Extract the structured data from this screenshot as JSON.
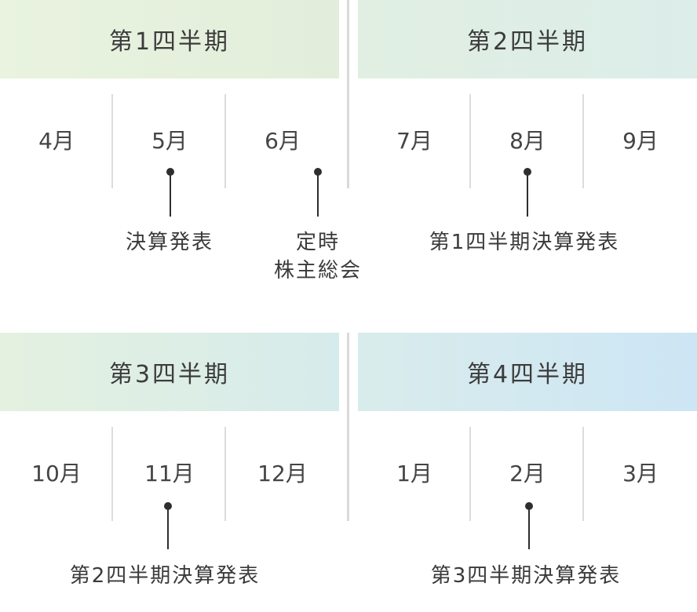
{
  "quarters": [
    {
      "title": "第1四半期",
      "months": [
        "4月",
        "5月",
        "6月"
      ]
    },
    {
      "title": "第2四半期",
      "months": [
        "7月",
        "8月",
        "9月"
      ]
    },
    {
      "title": "第3四半期",
      "months": [
        "10月",
        "11月",
        "12月"
      ]
    },
    {
      "title": "第4四半期",
      "months": [
        "1月",
        "2月",
        "3月"
      ]
    }
  ],
  "events": {
    "may": "決算発表",
    "june_line1": "定時",
    "june_line2": "株主総会",
    "august": "第1四半期決算発表",
    "november": "第2四半期決算発表",
    "february": "第3四半期決算発表"
  },
  "colors": {
    "q1": [
      "#e9f3df",
      "#e2eedb"
    ],
    "q2": [
      "#e1efe2",
      "#dcedea"
    ],
    "q3": [
      "#e4f1e0",
      "#d6ebeb"
    ],
    "q4": [
      "#d9ecec",
      "#cde6f5"
    ]
  }
}
